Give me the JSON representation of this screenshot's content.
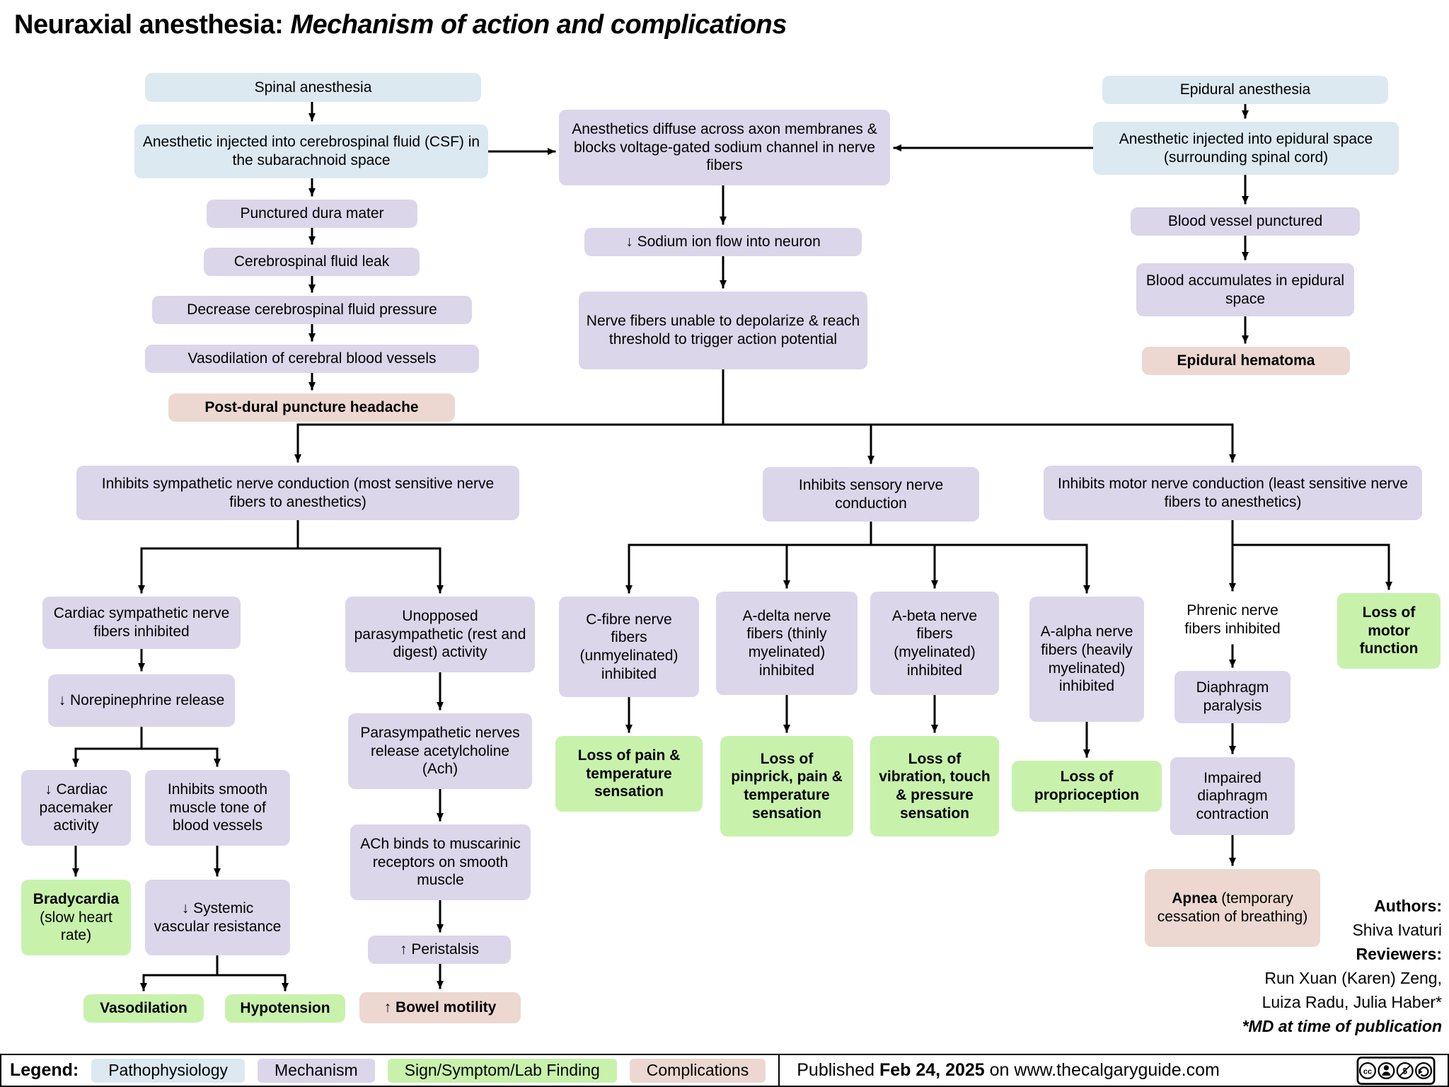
{
  "title": {
    "prefix": "Neuraxial anesthesia: ",
    "italic": "Mechanism of action and complications"
  },
  "nodes": {
    "spinal": "Spinal anesthesia",
    "csf_injection": "Anesthetic injected into cerebrospinal fluid (CSF) in the subarachnoid space",
    "punctured_dura": "Punctured dura mater",
    "csf_leak": "Cerebrospinal fluid leak",
    "decrease_csf": "Decrease cerebrospinal fluid pressure",
    "vasodilation_cerebral": "Vasodilation of cerebral blood vessels",
    "pdph": "Post-dural puncture headache",
    "diffuse": "Anesthetics diffuse across axon membranes & blocks voltage-gated sodium channel in nerve fibers",
    "sodium": "↓ Sodium ion flow into neuron",
    "no_depolarize": "Nerve fibers unable to depolarize & reach threshold to trigger action potential",
    "epidural": "Epidural anesthesia",
    "epidural_injection": "Anesthetic injected into epidural space (surrounding spinal cord)",
    "vessel_punctured": "Blood vessel punctured",
    "blood_accumulates": "Blood accumulates in epidural space",
    "epidural_hematoma": "Epidural hematoma",
    "sympathetic": "Inhibits sympathetic nerve conduction (most sensitive nerve fibers to anesthetics)",
    "sensory": "Inhibits sensory nerve conduction",
    "motor": "Inhibits motor nerve conduction (least sensitive nerve fibers to anesthetics)",
    "cardiac_symp": "Cardiac sympathetic nerve fibers inhibited",
    "norepinephrine": "↓ Norepinephrine release",
    "pacemaker": "↓ Cardiac pacemaker activity",
    "smooth_muscle": "Inhibits smooth muscle tone of blood vessels",
    "bradycardia_bold": "Bradycardia",
    "bradycardia_rest": " (slow heart rate)",
    "svr": "↓ Systemic vascular resistance",
    "vasodilation": "Vasodilation",
    "hypotension": "Hypotension",
    "unopposed": "Unopposed parasympathetic (rest and digest) activity",
    "ach_release": "Parasympathetic nerves release acetylcholine (Ach)",
    "ach_binds": "ACh binds to muscarinic receptors on smooth muscle",
    "peristalsis": "↑ Peristalsis",
    "bowel": "↑ Bowel motility",
    "cfibre": "C-fibre nerve fibers (unmyelinated) inhibited",
    "adelta": "A-delta nerve fibers (thinly myelinated) inhibited",
    "abeta": "A-beta nerve fibers (myelinated) inhibited",
    "aalpha": "A-alpha nerve fibers (heavily myelinated) inhibited",
    "loss_pain": "Loss of pain & temperature sensation",
    "loss_pinprick": "Loss of pinprick, pain & temperature sensation",
    "loss_vibration": "Loss of vibration, touch & pressure sensation",
    "loss_proprioception": "Loss of proprioception",
    "phrenic": "Phrenic nerve fibers inhibited",
    "diaphragm_paralysis": "Diaphragm paralysis",
    "impaired_diaphragm": "Impaired diaphragm contraction",
    "apnea_bold": "Apnea",
    "apnea_rest": " (temporary cessation of breathing)",
    "loss_motor": "Loss of motor function"
  },
  "credits": {
    "authors_label": "Authors:",
    "authors": "Shiva Ivaturi",
    "reviewers_label": "Reviewers:",
    "reviewers_1": "Run Xuan (Karen) Zeng,",
    "reviewers_2": "Luiza Radu, Julia Haber*",
    "note": "*MD at time of publication"
  },
  "legend": {
    "label": "Legend:",
    "items": [
      {
        "label": "Pathophysiology",
        "color": "#dce9f1"
      },
      {
        "label": "Mechanism",
        "color": "#dbd6e9"
      },
      {
        "label": "Sign/Symptom/Lab Finding",
        "color": "#c8f2ac"
      },
      {
        "label": "Complications",
        "color": "#ecd8d0"
      }
    ],
    "published_prefix": "Published ",
    "published_date": "Feb 24, 2025",
    "published_suffix": " on www.thecalgaryguide.com",
    "license": "CC BY-NC-SA"
  }
}
